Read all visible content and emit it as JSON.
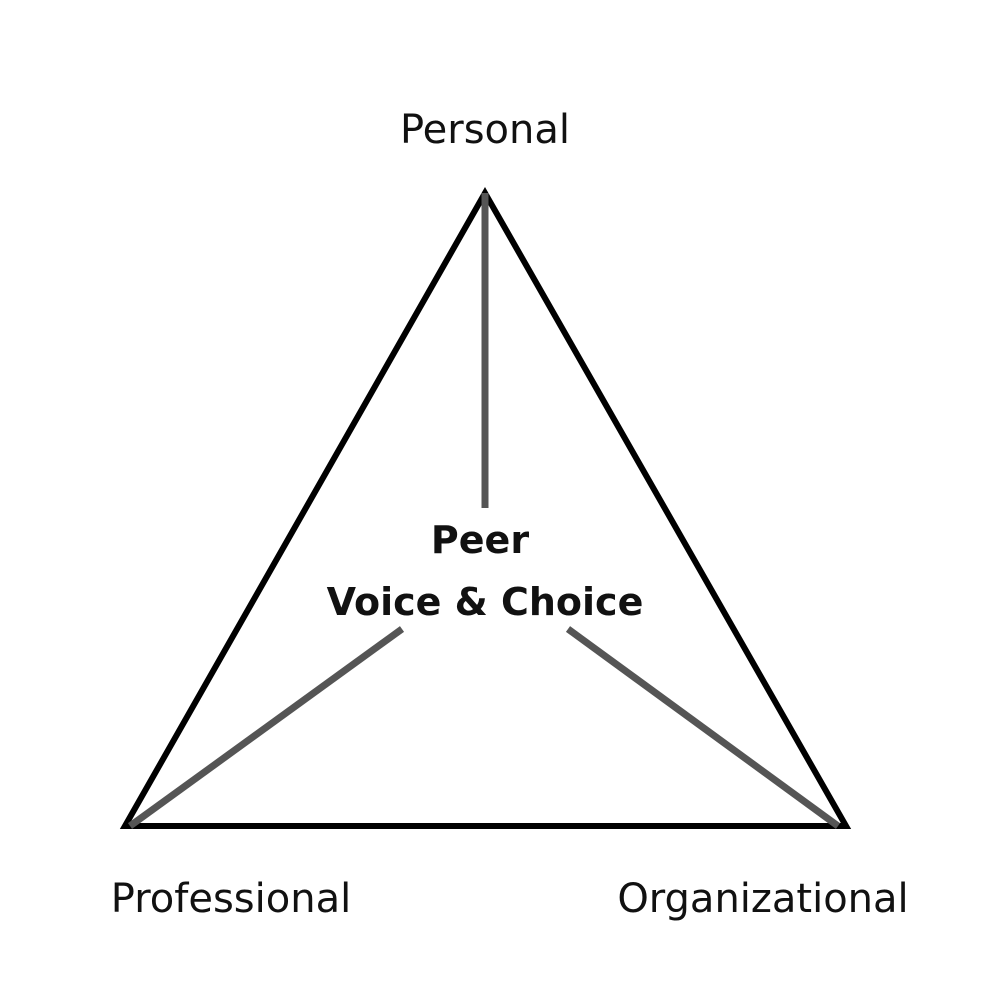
{
  "vertices": {
    "top": "Personal",
    "bottom_left": "Professional",
    "bottom_right": "Organizational"
  },
  "center": {
    "line1": "Peer",
    "line2": "Voice & Choice"
  },
  "colors": {
    "outline": "#000000",
    "spokes": "#555555"
  }
}
